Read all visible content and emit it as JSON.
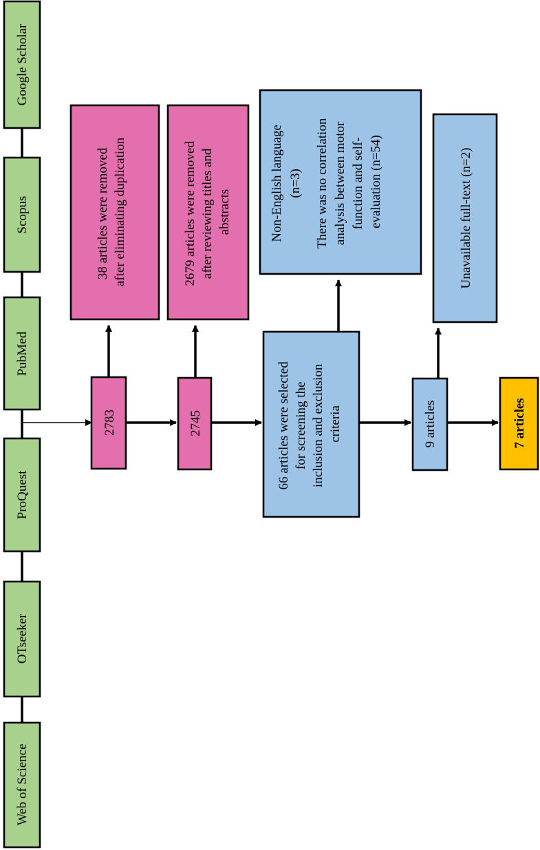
{
  "sources": [
    "Google Scholar",
    "Scopus",
    "PubMed",
    "ProQuest",
    "OTseeker",
    "Web of Science"
  ],
  "flow": {
    "n_initial": "2783",
    "n_after_dedup": "2745",
    "selected": [
      "66 articles were selected",
      "for screening the",
      "inclusion and exclusion",
      "criteria"
    ],
    "n_fulltext": "9 articles",
    "n_final": "7 articles"
  },
  "removed": {
    "duplicates": [
      "38 articles were removed",
      "after eliminating duplication"
    ],
    "titles_abstracts": [
      "2679 articles were removed",
      "after reviewing titles and",
      "abstracts"
    ],
    "exclusion": [
      "Non-English language",
      "(n=3)",
      "There was no correlation",
      "analysis between motor",
      "function and self-",
      "evaluation (n=54)"
    ],
    "fulltext": [
      "Unavailable full-text (n=2)"
    ]
  }
}
